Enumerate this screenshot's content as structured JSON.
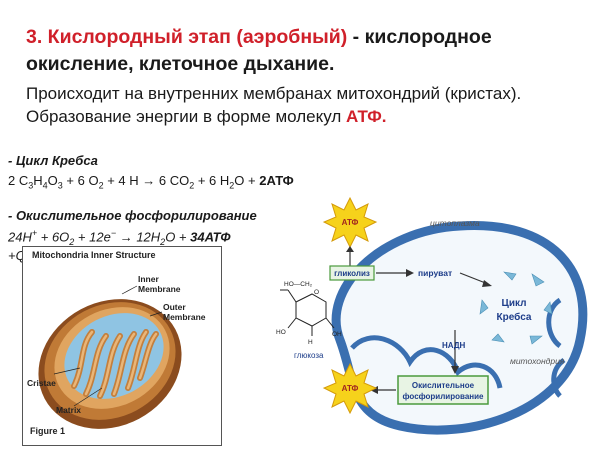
{
  "heading": {
    "prefix": "3. Кислородный этап (аэробный)",
    "dash": " - ",
    "rest": "кислородное окисление, клеточное дыхание."
  },
  "subtext": {
    "main": "Происходит на внутренних  мембранах митохондрий (кристах). Образование энергии в форме молекул ",
    "atp": "АТФ."
  },
  "krebs": {
    "title": "- Цикл Кребса",
    "equation": {
      "p1": "2 C",
      "s1": "3",
      "p2": "H",
      "s2": "4",
      "p3": "O",
      "s3": "3",
      "p4": " + 6 O",
      "s4": "2",
      "p5": " + 4 H → 6 CO",
      "s5": "2",
      "p6": " + 6 H",
      "s6": "2",
      "p7": "O + ",
      "atp": "2АТФ"
    }
  },
  "oxphos": {
    "title": "- Окислительное фосфорилирование",
    "equation": {
      "p1": "24H",
      "sup1": "+",
      "p2": " + 6O",
      "s2": "2",
      "p3": " + 12e",
      "sup3": "−",
      "p4": " → 12H",
      "s4": "2",
      "p5": "O + ",
      "atp": "34АТФ"
    },
    "partial": "+Q"
  },
  "figure": {
    "title": "Mitochondria Inner Structure",
    "labels": {
      "inner": "Inner\nMembrane",
      "outer": "Outer\nMembrane",
      "cristae": "Cristae",
      "matrix": "Matrix"
    },
    "caption": "Figure 1"
  },
  "scheme": {
    "cytoplasm": "цитоплазма",
    "atp_top": "АТФ",
    "atp_bottom": "АТФ",
    "glycolysis": "гликолиз",
    "pyruvate": "пируват",
    "krebs": "Цикл\nКребса",
    "nadh": "НАДН",
    "mitochondrion": "митохондрия",
    "oxphos_box": "Окислительное\nфосфорилирование",
    "glucose": "глюкоза",
    "glucose_labels": {
      "ho": "HO",
      "oh": "OH",
      "o": "O",
      "h": "H",
      "ch2oh": "HO—CH₂"
    }
  },
  "colors": {
    "red": "#d0202a",
    "mito_brown": "#b8722e",
    "mito_blue": "#8fc4e3",
    "scheme_blue": "#3a6fb0",
    "atp_yellow": "#f6d21b",
    "box_green": "#4a9a3c"
  }
}
